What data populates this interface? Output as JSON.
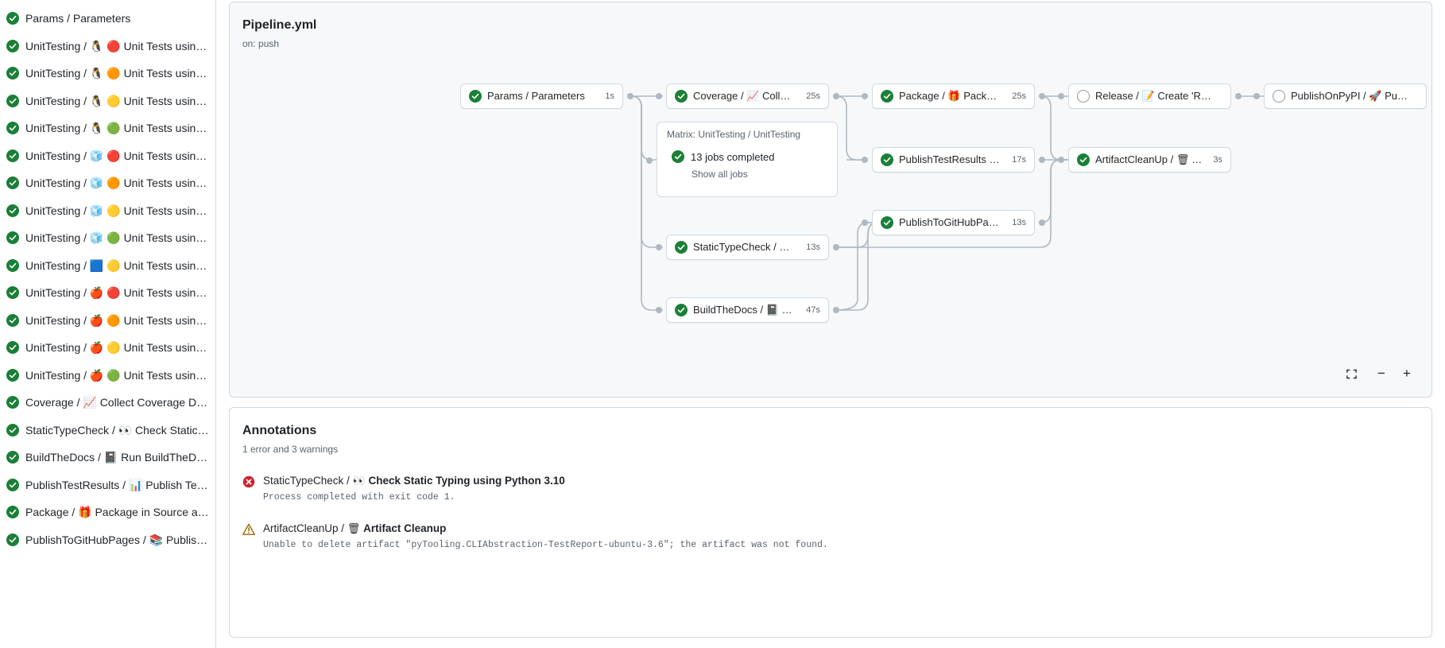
{
  "sidebar": {
    "items": [
      {
        "status": "success",
        "text": "Params / Parameters",
        "emojis": []
      },
      {
        "status": "success",
        "text": "UnitTesting / 🐧 🔴 Unit Tests using Pyth…",
        "emojis": []
      },
      {
        "status": "success",
        "text": "UnitTesting / 🐧 🟠 Unit Tests using Pyth…",
        "emojis": []
      },
      {
        "status": "success",
        "text": "UnitTesting / 🐧 🟡 Unit Tests using Pyth…",
        "emojis": []
      },
      {
        "status": "success",
        "text": "UnitTesting / 🐧 🟢 Unit Tests using Pyth…",
        "emojis": []
      },
      {
        "status": "success",
        "text": "UnitTesting / 🧊 🔴 Unit Tests using Pyth…",
        "emojis": []
      },
      {
        "status": "success",
        "text": "UnitTesting / 🧊 🟠 Unit Tests using Pyth…",
        "emojis": []
      },
      {
        "status": "success",
        "text": "UnitTesting / 🧊 🟡 Unit Tests using Pyth…",
        "emojis": []
      },
      {
        "status": "success",
        "text": "UnitTesting / 🧊 🟢 Unit Tests using Pyth…",
        "emojis": []
      },
      {
        "status": "success",
        "text": "UnitTesting / 🟦 🟡 Unit Tests using Pyth…",
        "emojis": []
      },
      {
        "status": "success",
        "text": "UnitTesting / 🍎 🔴 Unit Tests using Pyth…",
        "emojis": []
      },
      {
        "status": "success",
        "text": "UnitTesting / 🍎 🟠 Unit Tests using Pyth…",
        "emojis": []
      },
      {
        "status": "success",
        "text": "UnitTesting / 🍎 🟡 Unit Tests using Pyth…",
        "emojis": []
      },
      {
        "status": "success",
        "text": "UnitTesting / 🍎 🟢 Unit Tests using Pyth…",
        "emojis": []
      },
      {
        "status": "success",
        "text": "Coverage / 📈 Collect Coverage Data usi…",
        "emojis": []
      },
      {
        "status": "success",
        "text": "StaticTypeCheck / 👀 Check Static Typing…",
        "emojis": []
      },
      {
        "status": "success",
        "text": "BuildTheDocs / 📓 Run BuildTheDocs",
        "emojis": []
      },
      {
        "status": "success",
        "text": "PublishTestResults / 📊 Publish Test Resu…",
        "emojis": []
      },
      {
        "status": "success",
        "text": "Package / 🎁 Package in Source and Wh…",
        "emojis": []
      },
      {
        "status": "success",
        "text": "PublishToGitHubPages / 📚 Publish to G…",
        "emojis": []
      }
    ]
  },
  "graph": {
    "title": "Pipeline.yml",
    "subtitle": "on: push",
    "nodes": [
      {
        "id": "params",
        "status": "success",
        "label": "Params / Parameters",
        "time": "1s"
      },
      {
        "id": "coverage",
        "status": "success",
        "label": "Coverage / 📈 Collect Cove…",
        "time": "25s"
      },
      {
        "id": "package",
        "status": "success",
        "label": "Package / 🎁 Package in So…",
        "time": "25s"
      },
      {
        "id": "release",
        "status": "pending",
        "label": "Release / 📝 Create 'Release P…",
        "time": ""
      },
      {
        "id": "publishonpypi",
        "status": "pending",
        "label": "PublishOnPyPI / 🚀 Publish to …",
        "time": ""
      },
      {
        "id": "publishtestresults",
        "status": "success",
        "label": "PublishTestResults / 📊 Pu…",
        "time": "17s"
      },
      {
        "id": "artifactcleanup",
        "status": "success",
        "label": "ArtifactCleanUp / 🗑 Artifac…",
        "time": "3s"
      },
      {
        "id": "publishtogithubpages",
        "status": "success",
        "label": "PublishToGitHubPages / 📚 … ",
        "time": "13s"
      },
      {
        "id": "statictypecheck",
        "status": "success",
        "label": "StaticTypeCheck / 👀 Chec…",
        "time": "13s"
      },
      {
        "id": "buildthedocs",
        "status": "success",
        "label": "BuildTheDocs / 📓 Run Buil…",
        "time": "47s"
      }
    ],
    "matrix": {
      "title": "Matrix: UnitTesting / UnitTesting",
      "status": "success",
      "summary": "13 jobs completed",
      "link": "Show all jobs"
    },
    "controls": {
      "fullscreen": "fullscreen-icon",
      "zoom_out": "−",
      "zoom_in": "+"
    }
  },
  "annotations": {
    "title": "Annotations",
    "summary": "1 error and 3 warnings",
    "items": [
      {
        "severity": "error",
        "job": "StaticTypeCheck / ",
        "emoji": "👀",
        "name": "Check Static Typing using Python 3.10",
        "message": "Process completed with exit code 1."
      },
      {
        "severity": "warning",
        "job": "ArtifactCleanUp / ",
        "emoji": "🗑",
        "name": "Artifact Cleanup",
        "message": "Unable to delete artifact \"pyTooling.CLIAbstraction-TestReport-ubuntu-3.6\"; the artifact was not found."
      }
    ]
  },
  "colors": {
    "success": "#1a7f37",
    "error": "#cf222e",
    "warning": "#9a6700",
    "link": "#0969da",
    "border": "#d1d9e0",
    "canvas": "#f6f8fa"
  }
}
